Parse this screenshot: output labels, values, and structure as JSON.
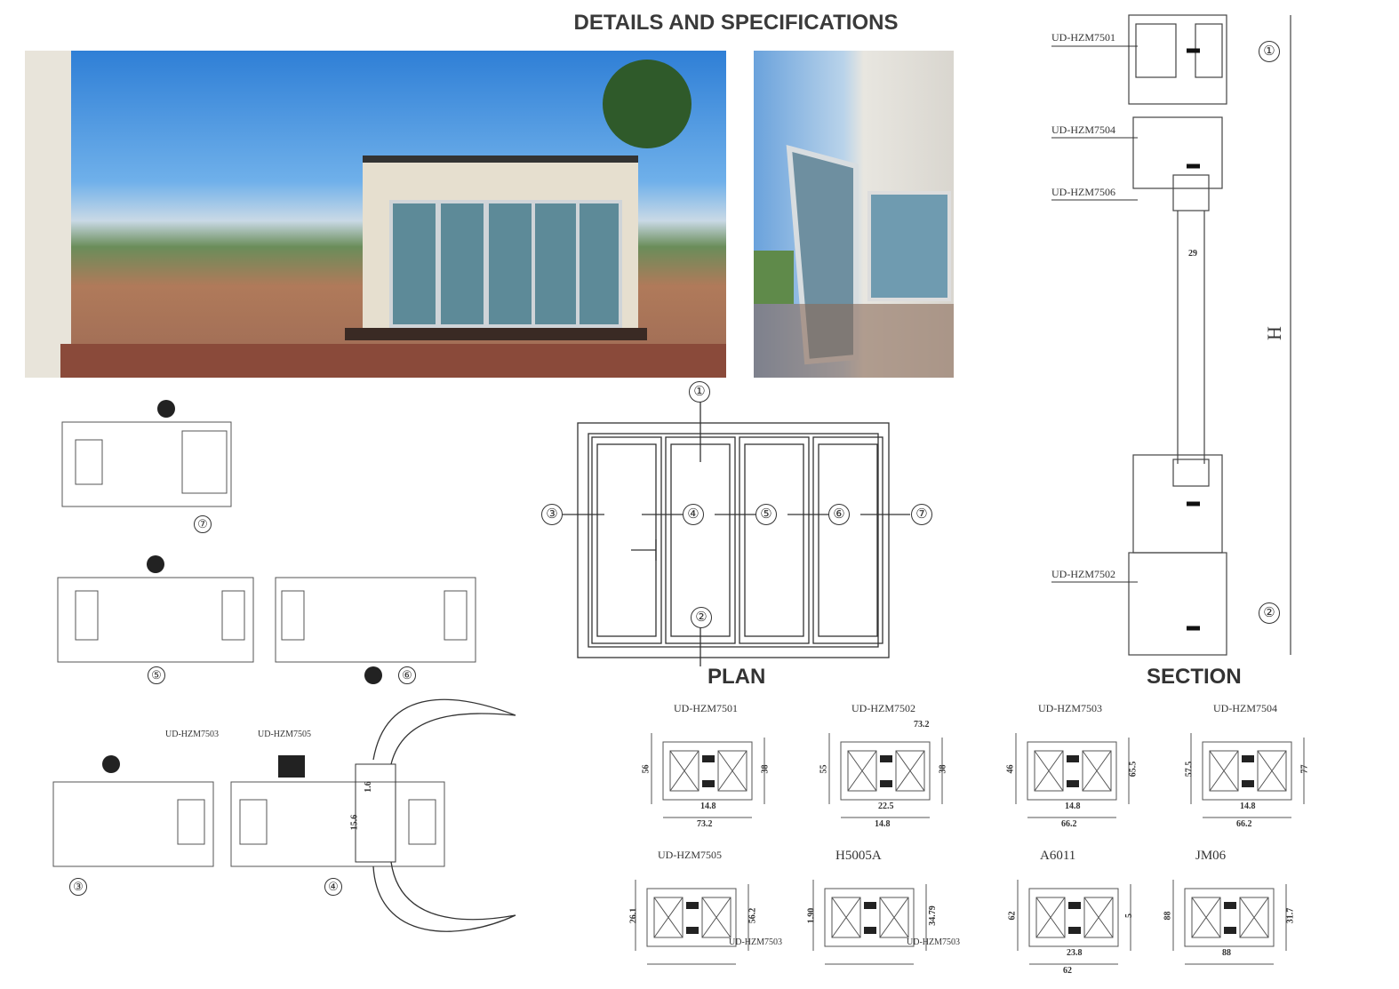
{
  "title": "DETAILS AND SPECIFICATIONS",
  "plan": {
    "label": "PLAN",
    "markers": [
      "①",
      "②",
      "③",
      "④",
      "⑤",
      "⑥",
      "⑦"
    ]
  },
  "section": {
    "label": "SECTION",
    "height_label": "H",
    "glass_dim": "29",
    "markers": [
      "①",
      "②"
    ],
    "parts": [
      "UD-HZM7501",
      "UD-HZM7504",
      "UD-HZM7506",
      "UD-HZM7502"
    ]
  },
  "details": {
    "markers": [
      "⑦",
      "⑤",
      "⑥",
      "③",
      "④"
    ],
    "parts": [
      "UD-HZM7503",
      "UD-HZM7505"
    ],
    "dims": [
      "1.6",
      "15.6"
    ]
  },
  "profiles": [
    {
      "name": "UD-HZM7501",
      "dims": [
        "56",
        "38",
        "14.8",
        "73.2"
      ]
    },
    {
      "name": "UD-HZM7502",
      "dims": [
        "55",
        "38",
        "22.5",
        "14.8",
        "73.2"
      ]
    },
    {
      "name": "UD-HZM7503",
      "dims": [
        "46",
        "65.5",
        "14.8",
        "66.2"
      ]
    },
    {
      "name": "UD-HZM7504",
      "dims": [
        "57.5",
        "77",
        "14.8",
        "66.2"
      ]
    },
    {
      "name": "UD-HZM7505",
      "dims": [
        "26.1",
        "56.2",
        "UD-HZM7503"
      ]
    },
    {
      "name": "H5005A",
      "dims": [
        "1.90",
        "34.79",
        "UD-HZM7503"
      ]
    },
    {
      "name": "A6011",
      "dims": [
        "62",
        "5",
        "23.8",
        "62"
      ]
    },
    {
      "name": "JM06",
      "dims": [
        "88",
        "31.7",
        "88"
      ]
    }
  ]
}
